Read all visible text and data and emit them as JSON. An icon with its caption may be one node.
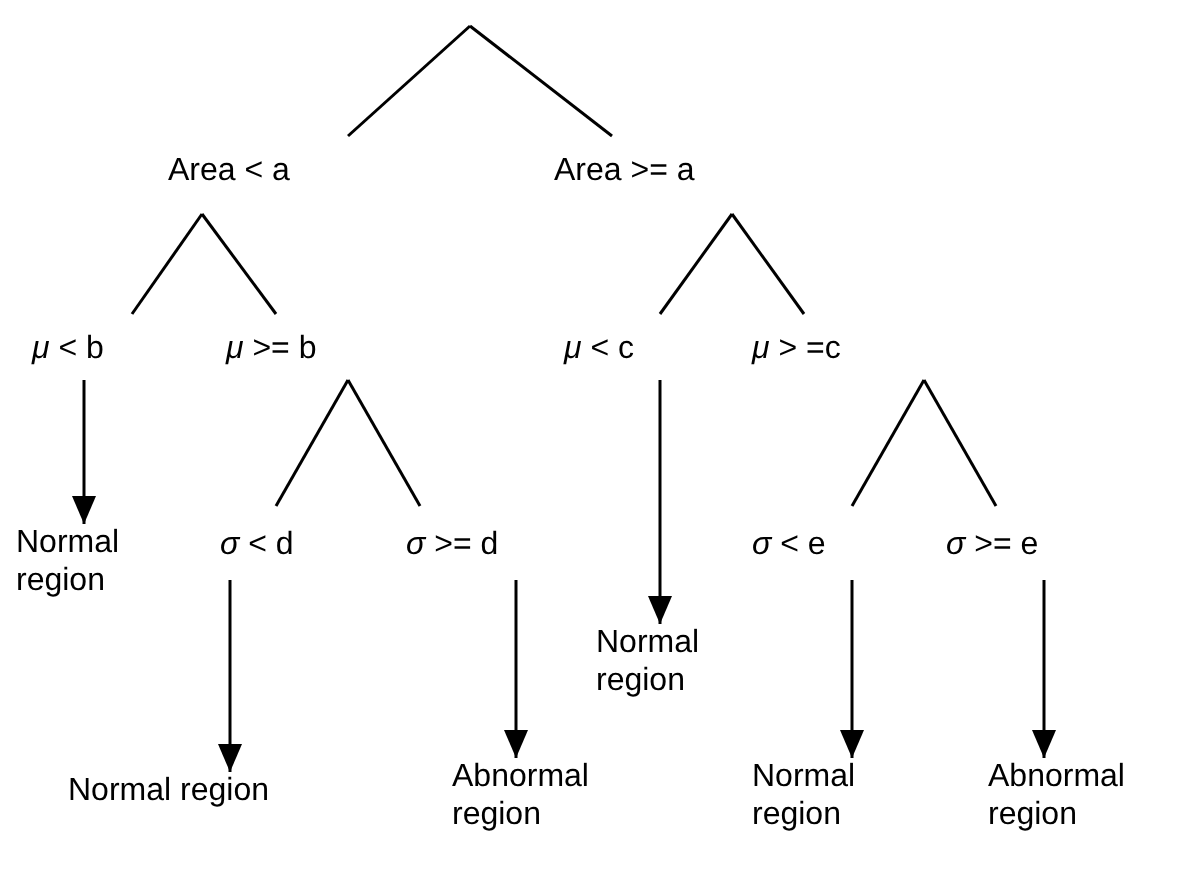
{
  "diagram": {
    "nodes": [
      {
        "text": [
          "Area < a"
        ]
      },
      {
        "text": [
          "Area >= a"
        ]
      },
      {
        "text": [
          "*μ* < b"
        ]
      },
      {
        "text": [
          "*μ* >= b"
        ]
      },
      {
        "text": [
          "*μ* < c"
        ]
      },
      {
        "text": [
          "*μ* > =c"
        ]
      },
      {
        "text": [
          "Normal region"
        ]
      },
      {
        "text": [
          "*σ* < d"
        ]
      },
      {
        "text": [
          "*σ* >= d"
        ]
      },
      {
        "text": [
          "*σ* < e"
        ]
      },
      {
        "text": [
          "*σ* >= e"
        ]
      },
      {
        "text": [
          "Normal region"
        ]
      },
      {
        "text": [
          "Normal region"
        ]
      },
      {
        "text": [
          "Abnormal region"
        ]
      },
      {
        "text": [
          "Normal region"
        ]
      },
      {
        "text": [
          "Abnormal region"
        ]
      }
    ],
    "edges": [
      {
        "from": null,
        "to": 0,
        "arrow": "none"
      },
      {
        "from": null,
        "to": 1,
        "arrow": "none"
      },
      {
        "from": 0,
        "to": 2,
        "arrow": "none"
      },
      {
        "from": 0,
        "to": 3,
        "arrow": "none"
      },
      {
        "from": 1,
        "to": 4,
        "arrow": "none"
      },
      {
        "from": 1,
        "to": 5,
        "arrow": "none"
      },
      {
        "from": 2,
        "to": 6,
        "arrow": "to"
      },
      {
        "from": 3,
        "to": 7,
        "arrow": "none"
      },
      {
        "from": 3,
        "to": 8,
        "arrow": "none"
      },
      {
        "from": 4,
        "to": 11,
        "arrow": "to"
      },
      {
        "from": 5,
        "to": 9,
        "arrow": "none"
      },
      {
        "from": 5,
        "to": 10,
        "arrow": "none"
      },
      {
        "from": 7,
        "to": 12,
        "arrow": "to"
      },
      {
        "from": 8,
        "to": 13,
        "arrow": "to"
      },
      {
        "from": 9,
        "to": 14,
        "arrow": "to"
      },
      {
        "from": 10,
        "to": 15,
        "arrow": "to"
      }
    ]
  }
}
